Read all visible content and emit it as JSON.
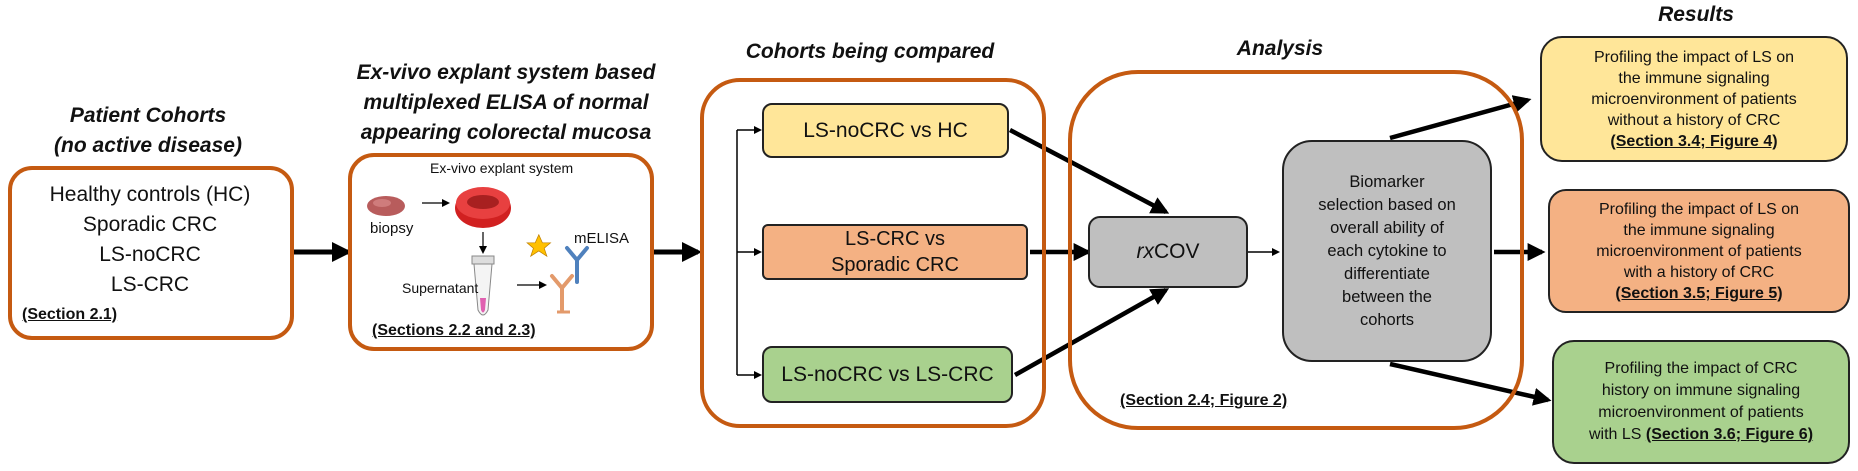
{
  "patient": {
    "heading_1": "Patient Cohorts",
    "heading_2": "(no active disease)",
    "lines": [
      "Healthy controls (HC)",
      "Sporadic CRC",
      "LS-noCRC",
      "LS-CRC"
    ],
    "ref": "(Section 2.1)"
  },
  "explant": {
    "heading_1": "Ex-vivo explant system based",
    "heading_2": "multiplexed ELISA of normal",
    "heading_3": "appearing colorectal mucosa",
    "system_label": "Ex-vivo explant system",
    "biopsy_label": "biopsy",
    "supernatant_label": "Supernatant",
    "melisa_label": "mELISA",
    "ref": "(Sections 2.2 and 2.3)"
  },
  "cohorts": {
    "heading": "Cohorts being  compared",
    "items": [
      {
        "label": "LS-noCRC vs HC",
        "color": "#ffe699"
      },
      {
        "label_1": "LS-CRC vs",
        "label_2": "Sporadic CRC",
        "color": "#f4b183"
      },
      {
        "label": "LS-noCRC vs LS-CRC",
        "color": "#a9d18e"
      }
    ]
  },
  "analysis": {
    "heading": "Analysis",
    "rxcov_italic": "rx",
    "rxcov_rest": "COV",
    "biomarker_lines": [
      "Biomarker",
      "selection based on",
      "overall ability of",
      "each cytokine to",
      "differentiate",
      "between the",
      "cohorts"
    ],
    "ref": "(Section 2.4; Figure 2)",
    "box_color": "#bfbfbf"
  },
  "results": {
    "heading": "Results",
    "items": [
      {
        "lines": [
          "Profiling the impact of LS on",
          "the immune signaling",
          "microenvironment of patients",
          "without a history of CRC"
        ],
        "ref": "(Section 3.4; Figure 4)",
        "color": "#ffe699"
      },
      {
        "lines": [
          "Profiling the impact of LS on",
          "the immune signaling",
          "microenvironment of patients",
          "with a history of CRC"
        ],
        "ref": "(Section 3.5; Figure 5)",
        "color": "#f4b183"
      },
      {
        "lines": [
          "Profiling the impact of CRC",
          "history on immune signaling",
          "microenvironment of patients"
        ],
        "last_prefix": "with LS ",
        "ref": "(Section 3.6; Figure 6)",
        "color": "#a9d18e"
      }
    ]
  },
  "colors": {
    "frame": "#c55a11",
    "arrow": "#000000"
  }
}
